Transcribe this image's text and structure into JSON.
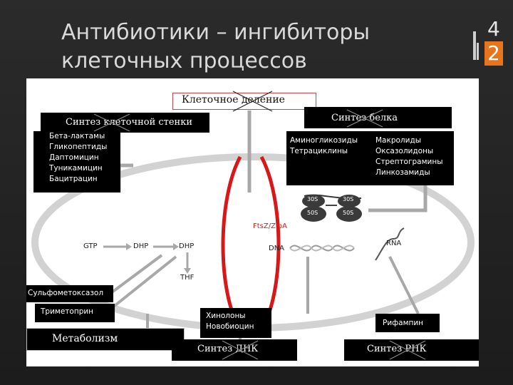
{
  "slide": {
    "title_line1": "Антибиотики – ингибиторы",
    "title_line2": "клеточных процессов",
    "number_top": "4",
    "number_bottom": "2"
  },
  "diagram": {
    "cell_division": "Клеточное деление",
    "cell_wall": {
      "title": "Синтез клеточной стенки",
      "items": [
        "Бета-лактамы",
        "Гликопептиды",
        "Даптомицин",
        "Туникамицин",
        "Бацитрацин"
      ]
    },
    "protein": {
      "title": "Синтез белка",
      "col1": [
        "Аминогликозиды",
        "Тетрациклины"
      ],
      "col2": [
        "Макролиды",
        "Оксазолидоны",
        "Стрептограмины",
        "Линкозамиды"
      ]
    },
    "ribosome": {
      "s30a": "30S",
      "s50a": "50S",
      "s30b": "30S",
      "s50b": "50S"
    },
    "ftsz": "FtsZ/ZipA",
    "gtp": "GTP",
    "dhp1": "DHP",
    "dhp2": "DHP",
    "thf": "THF",
    "dna": "DNA",
    "rna": "RNA",
    "sulfa": "Сульфометоксазол",
    "trimeth": "Триметоприн",
    "metabolism": "Метаболизм",
    "quinolones": [
      "Хинолоны",
      "Новобиоцин"
    ],
    "dna_synth": "Синтез ДНК",
    "rifampin": "Рифампин",
    "rna_synth": "Синтез РНК"
  },
  "colors": {
    "cell": "#d2d2d2",
    "septum": "#d81818",
    "ribosome": "#3a3a3a",
    "title": "#d9d9d9",
    "accent": "#e8741c"
  }
}
